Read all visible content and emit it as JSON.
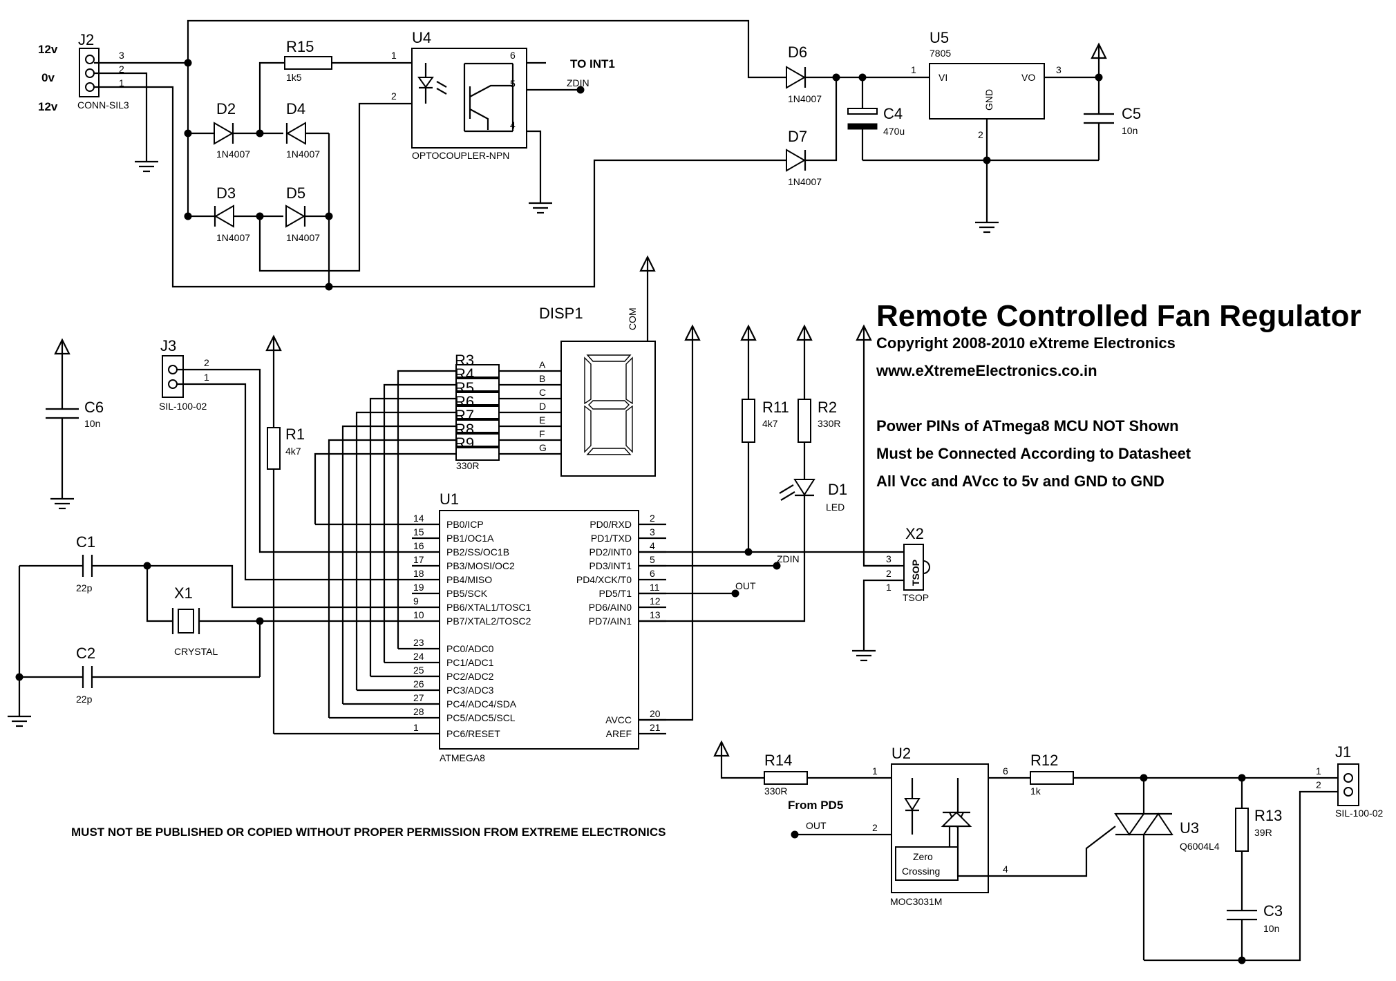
{
  "title": "Remote Controlled Fan Regulator",
  "copyright": "Copyright 2008-2010 eXtreme Electronics",
  "website": "www.eXtremeElectronics.co.in",
  "notes": [
    "Power PINs of ATmega8 MCU NOT Shown",
    "Must be Connected According to Datasheet",
    "All Vcc and AVcc to 5v and GND to GND"
  ],
  "warning": "MUST NOT BE PUBLISHED OR COPIED WITHOUT PROPER PERMISSION FROM EXTREME ELECTRONICS",
  "labels": {
    "to_int1": "TO INT1",
    "from_pd5": "From PD5",
    "v12_top": "12v",
    "v0": "0v",
    "v12_bot": "12v"
  },
  "net_labels": {
    "zdin_opto": "ZDIN",
    "zdin_mcu": "ZDIN",
    "out_mcu": "OUT",
    "out_moc": "OUT"
  },
  "components": {
    "j2": {
      "ref": "J2",
      "value": "CONN-SIL3",
      "pins": [
        "3",
        "2",
        "1"
      ]
    },
    "r15": {
      "ref": "R15",
      "value": "1k5"
    },
    "u4": {
      "ref": "U4",
      "value": "OPTOCOUPLER-NPN",
      "pins": [
        "1",
        "2",
        "6",
        "5",
        "4"
      ]
    },
    "d2": {
      "ref": "D2",
      "value": "1N4007"
    },
    "d4": {
      "ref": "D4",
      "value": "1N4007"
    },
    "d3": {
      "ref": "D3",
      "value": "1N4007"
    },
    "d5": {
      "ref": "D5",
      "value": "1N4007"
    },
    "d6": {
      "ref": "D6",
      "value": "1N4007"
    },
    "d7": {
      "ref": "D7",
      "value": "1N4007"
    },
    "c4": {
      "ref": "C4",
      "value": "470u"
    },
    "u5": {
      "ref": "U5",
      "value": "7805",
      "vi": "VI",
      "vo": "VO",
      "gnd": "GND",
      "pins": [
        "1",
        "3",
        "2"
      ]
    },
    "c5": {
      "ref": "C5",
      "value": "10n"
    },
    "c6": {
      "ref": "C6",
      "value": "10n"
    },
    "j3": {
      "ref": "J3",
      "value": "SIL-100-02",
      "pins": [
        "2",
        "1"
      ]
    },
    "r1": {
      "ref": "R1",
      "value": "4k7"
    },
    "disp1": {
      "ref": "DISP1",
      "com": "COM",
      "segments": [
        "A",
        "B",
        "C",
        "D",
        "E",
        "F",
        "G"
      ]
    },
    "seg_res": [
      {
        "ref": "R3",
        "value": "330R"
      },
      {
        "ref": "R4",
        "value": "330R"
      },
      {
        "ref": "R5",
        "value": "330R"
      },
      {
        "ref": "R6",
        "value": "330R"
      },
      {
        "ref": "R7",
        "value": "330R"
      },
      {
        "ref": "R8",
        "value": "330R"
      },
      {
        "ref": "R9",
        "value": "330R"
      }
    ],
    "r11": {
      "ref": "R11",
      "value": "4k7"
    },
    "r2": {
      "ref": "R2",
      "value": "330R"
    },
    "d1": {
      "ref": "D1",
      "value": "LED"
    },
    "x2": {
      "ref": "X2",
      "value": "TSOP",
      "body": "TSOP",
      "pins": [
        "3",
        "2",
        "1"
      ]
    },
    "c1": {
      "ref": "C1",
      "value": "22p"
    },
    "c2": {
      "ref": "C2",
      "value": "22p"
    },
    "x1": {
      "ref": "X1",
      "value": "CRYSTAL"
    },
    "u1": {
      "ref": "U1",
      "value": "ATMEGA8",
      "left_pins": [
        {
          "num": "14",
          "name": "PB0/ICP"
        },
        {
          "num": "15",
          "name": "PB1/OC1A"
        },
        {
          "num": "16",
          "name": "PB2/SS/OC1B"
        },
        {
          "num": "17",
          "name": "PB3/MOSI/OC2"
        },
        {
          "num": "18",
          "name": "PB4/MISO"
        },
        {
          "num": "19",
          "name": "PB5/SCK"
        },
        {
          "num": "9",
          "name": "PB6/XTAL1/TOSC1"
        },
        {
          "num": "10",
          "name": "PB7/XTAL2/TOSC2"
        },
        {
          "num": "23",
          "name": "PC0/ADC0"
        },
        {
          "num": "24",
          "name": "PC1/ADC1"
        },
        {
          "num": "25",
          "name": "PC2/ADC2"
        },
        {
          "num": "26",
          "name": "PC3/ADC3"
        },
        {
          "num": "27",
          "name": "PC4/ADC4/SDA"
        },
        {
          "num": "28",
          "name": "PC5/ADC5/SCL"
        },
        {
          "num": "1",
          "name": "PC6/RESET"
        }
      ],
      "right_pins": [
        {
          "num": "2",
          "name": "PD0/RXD"
        },
        {
          "num": "3",
          "name": "PD1/TXD"
        },
        {
          "num": "4",
          "name": "PD2/INT0"
        },
        {
          "num": "5",
          "name": "PD3/INT1"
        },
        {
          "num": "6",
          "name": "PD4/XCK/T0"
        },
        {
          "num": "11",
          "name": "PD5/T1"
        },
        {
          "num": "12",
          "name": "PD6/AIN0"
        },
        {
          "num": "13",
          "name": "PD7/AIN1"
        },
        {
          "num": "20",
          "name": "AVCC"
        },
        {
          "num": "21",
          "name": "AREF"
        }
      ]
    },
    "r14": {
      "ref": "R14",
      "value": "330R"
    },
    "u2": {
      "ref": "U2",
      "value": "MOC3031M",
      "zc1": "Zero",
      "zc2": "Crossing",
      "pins": [
        "1",
        "2",
        "6",
        "4"
      ]
    },
    "r12": {
      "ref": "R12",
      "value": "1k"
    },
    "u3": {
      "ref": "U3",
      "value": "Q6004L4"
    },
    "r13": {
      "ref": "R13",
      "value": "39R"
    },
    "c3": {
      "ref": "C3",
      "value": "10n"
    },
    "j1": {
      "ref": "J1",
      "value": "SIL-100-02",
      "pins": [
        "1",
        "2"
      ]
    }
  }
}
